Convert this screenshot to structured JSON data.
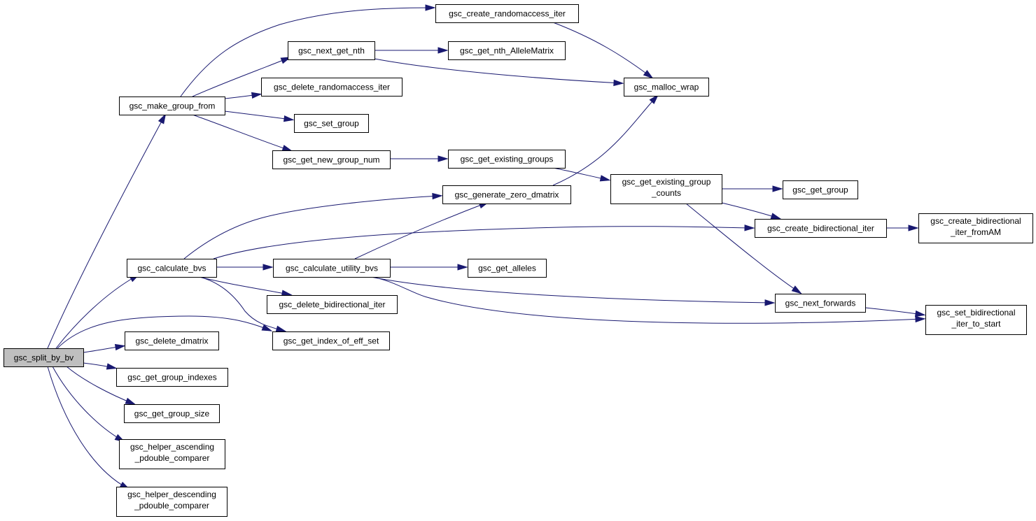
{
  "nodes": [
    {
      "id": "split",
      "label": [
        "gsc_split_by_bv"
      ],
      "root": true
    },
    {
      "id": "make_group_from",
      "label": [
        "gsc_make_group_from"
      ]
    },
    {
      "id": "calculate_bvs",
      "label": [
        "gsc_calculate_bvs"
      ]
    },
    {
      "id": "delete_dmatrix",
      "label": [
        "gsc_delete_dmatrix"
      ]
    },
    {
      "id": "get_group_indexes",
      "label": [
        "gsc_get_group_indexes"
      ]
    },
    {
      "id": "get_group_size",
      "label": [
        "gsc_get_group_size"
      ]
    },
    {
      "id": "helper_asc",
      "label": [
        "gsc_helper_ascending",
        "_pdouble_comparer"
      ]
    },
    {
      "id": "helper_desc",
      "label": [
        "gsc_helper_descending",
        "_pdouble_comparer"
      ]
    },
    {
      "id": "create_random",
      "label": [
        "gsc_create_randomaccess_iter"
      ]
    },
    {
      "id": "next_get_nth",
      "label": [
        "gsc_next_get_nth"
      ]
    },
    {
      "id": "delete_random",
      "label": [
        "gsc_delete_randomaccess_iter"
      ]
    },
    {
      "id": "set_group",
      "label": [
        "gsc_set_group"
      ]
    },
    {
      "id": "get_new_group_num",
      "label": [
        "gsc_get_new_group_num"
      ]
    },
    {
      "id": "get_nth_am",
      "label": [
        "gsc_get_nth_AlleleMatrix"
      ]
    },
    {
      "id": "malloc_wrap",
      "label": [
        "gsc_malloc_wrap"
      ]
    },
    {
      "id": "get_existing_groups",
      "label": [
        "gsc_get_existing_groups"
      ]
    },
    {
      "id": "gen_zero",
      "label": [
        "gsc_generate_zero_dmatrix"
      ]
    },
    {
      "id": "existing_counts",
      "label": [
        "gsc_get_existing_group",
        "_counts"
      ]
    },
    {
      "id": "get_group",
      "label": [
        "gsc_get_group"
      ]
    },
    {
      "id": "create_bidir",
      "label": [
        "gsc_create_bidirectional_iter"
      ]
    },
    {
      "id": "create_bidir_am",
      "label": [
        "gsc_create_bidirectional",
        "_iter_fromAM"
      ]
    },
    {
      "id": "calc_utility",
      "label": [
        "gsc_calculate_utility_bvs"
      ]
    },
    {
      "id": "get_alleles",
      "label": [
        "gsc_get_alleles"
      ]
    },
    {
      "id": "delete_bidir",
      "label": [
        "gsc_delete_bidirectional_iter"
      ]
    },
    {
      "id": "next_forwards",
      "label": [
        "gsc_next_forwards"
      ]
    },
    {
      "id": "set_bidir_start",
      "label": [
        "gsc_set_bidirectional",
        "_iter_to_start"
      ]
    },
    {
      "id": "get_index_eff",
      "label": [
        "gsc_get_index_of_eff_set"
      ]
    }
  ],
  "edges": [
    {
      "from": "split",
      "to": "make_group_from"
    },
    {
      "from": "split",
      "to": "calculate_bvs"
    },
    {
      "from": "split",
      "to": "get_index_eff"
    },
    {
      "from": "split",
      "to": "delete_dmatrix"
    },
    {
      "from": "split",
      "to": "get_group_indexes"
    },
    {
      "from": "split",
      "to": "get_group_size"
    },
    {
      "from": "split",
      "to": "helper_asc"
    },
    {
      "from": "split",
      "to": "helper_desc"
    },
    {
      "from": "make_group_from",
      "to": "create_random"
    },
    {
      "from": "make_group_from",
      "to": "next_get_nth"
    },
    {
      "from": "make_group_from",
      "to": "delete_random"
    },
    {
      "from": "make_group_from",
      "to": "set_group"
    },
    {
      "from": "make_group_from",
      "to": "get_new_group_num"
    },
    {
      "from": "create_random",
      "to": "malloc_wrap"
    },
    {
      "from": "next_get_nth",
      "to": "get_nth_am"
    },
    {
      "from": "next_get_nth",
      "to": "malloc_wrap"
    },
    {
      "from": "get_new_group_num",
      "to": "get_existing_groups"
    },
    {
      "from": "get_existing_groups",
      "to": "existing_counts"
    },
    {
      "from": "gen_zero",
      "to": "malloc_wrap"
    },
    {
      "from": "existing_counts",
      "to": "get_group"
    },
    {
      "from": "existing_counts",
      "to": "create_bidir"
    },
    {
      "from": "existing_counts",
      "to": "next_forwards"
    },
    {
      "from": "create_bidir",
      "to": "create_bidir_am"
    },
    {
      "from": "calculate_bvs",
      "to": "gen_zero"
    },
    {
      "from": "calculate_bvs",
      "to": "create_bidir"
    },
    {
      "from": "calculate_bvs",
      "to": "calc_utility"
    },
    {
      "from": "calculate_bvs",
      "to": "delete_bidir"
    },
    {
      "from": "calculate_bvs",
      "to": "get_index_eff"
    },
    {
      "from": "calc_utility",
      "to": "gen_zero"
    },
    {
      "from": "calc_utility",
      "to": "get_alleles"
    },
    {
      "from": "calc_utility",
      "to": "next_forwards"
    },
    {
      "from": "calc_utility",
      "to": "set_bidir_start"
    },
    {
      "from": "next_forwards",
      "to": "set_bidir_start"
    }
  ]
}
